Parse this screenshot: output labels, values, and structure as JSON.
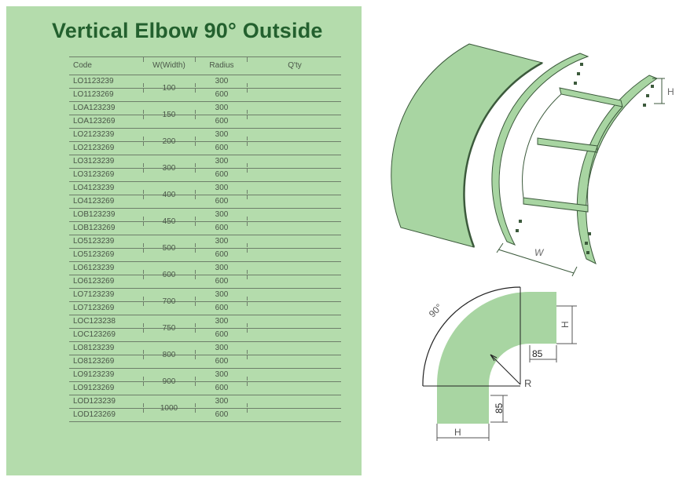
{
  "title": "Vertical Elbow 90° Outside",
  "table": {
    "headers": {
      "code": "Code",
      "width": "W(Width)",
      "radius": "Radius",
      "qty": "Q'ty"
    },
    "groups": [
      {
        "width": "100",
        "rows": [
          {
            "code": "LO1123239",
            "radius": "300"
          },
          {
            "code": "LO1123269",
            "radius": "600"
          }
        ]
      },
      {
        "width": "150",
        "rows": [
          {
            "code": "LOA123239",
            "radius": "300"
          },
          {
            "code": "LOA123269",
            "radius": "600"
          }
        ]
      },
      {
        "width": "200",
        "rows": [
          {
            "code": "LO2123239",
            "radius": "300"
          },
          {
            "code": "LO2123269",
            "radius": "600"
          }
        ]
      },
      {
        "width": "300",
        "rows": [
          {
            "code": "LO3123239",
            "radius": "300"
          },
          {
            "code": "LO3123269",
            "radius": "600"
          }
        ]
      },
      {
        "width": "400",
        "rows": [
          {
            "code": "LO4123239",
            "radius": "300"
          },
          {
            "code": "LO4123269",
            "radius": "600"
          }
        ]
      },
      {
        "width": "450",
        "rows": [
          {
            "code": "LOB123239",
            "radius": "300"
          },
          {
            "code": "LOB123269",
            "radius": "600"
          }
        ]
      },
      {
        "width": "500",
        "rows": [
          {
            "code": "LO5123239",
            "radius": "300"
          },
          {
            "code": "LO5123269",
            "radius": "600"
          }
        ]
      },
      {
        "width": "600",
        "rows": [
          {
            "code": "LO6123239",
            "radius": "300"
          },
          {
            "code": "LO6123269",
            "radius": "600"
          }
        ]
      },
      {
        "width": "700",
        "rows": [
          {
            "code": "LO7123239",
            "radius": "300"
          },
          {
            "code": "LO7123269",
            "radius": "600"
          }
        ]
      },
      {
        "width": "750",
        "rows": [
          {
            "code": "LOC123238",
            "radius": "300"
          },
          {
            "code": "LOC123269",
            "radius": "600"
          }
        ]
      },
      {
        "width": "800",
        "rows": [
          {
            "code": "LO8123239",
            "radius": "300"
          },
          {
            "code": "LO8123269",
            "radius": "600"
          }
        ]
      },
      {
        "width": "900",
        "rows": [
          {
            "code": "LO9123239",
            "radius": "300"
          },
          {
            "code": "LO9123269",
            "radius": "600"
          }
        ]
      },
      {
        "width": "1000",
        "rows": [
          {
            "code": "LOD123239",
            "radius": "300"
          },
          {
            "code": "LOD123269",
            "radius": "600"
          }
        ]
      }
    ]
  },
  "diagram_labels": {
    "height": "H",
    "width": "W",
    "angle": "90°",
    "radius": "R",
    "side_height": "H",
    "dim_top": "85",
    "dim_bottom": "85",
    "bottom_height": "H"
  },
  "colors": {
    "panel": "#b4dcac",
    "title": "#23602e",
    "part": "#a8d5a2",
    "outline": "#3c5a3c"
  }
}
